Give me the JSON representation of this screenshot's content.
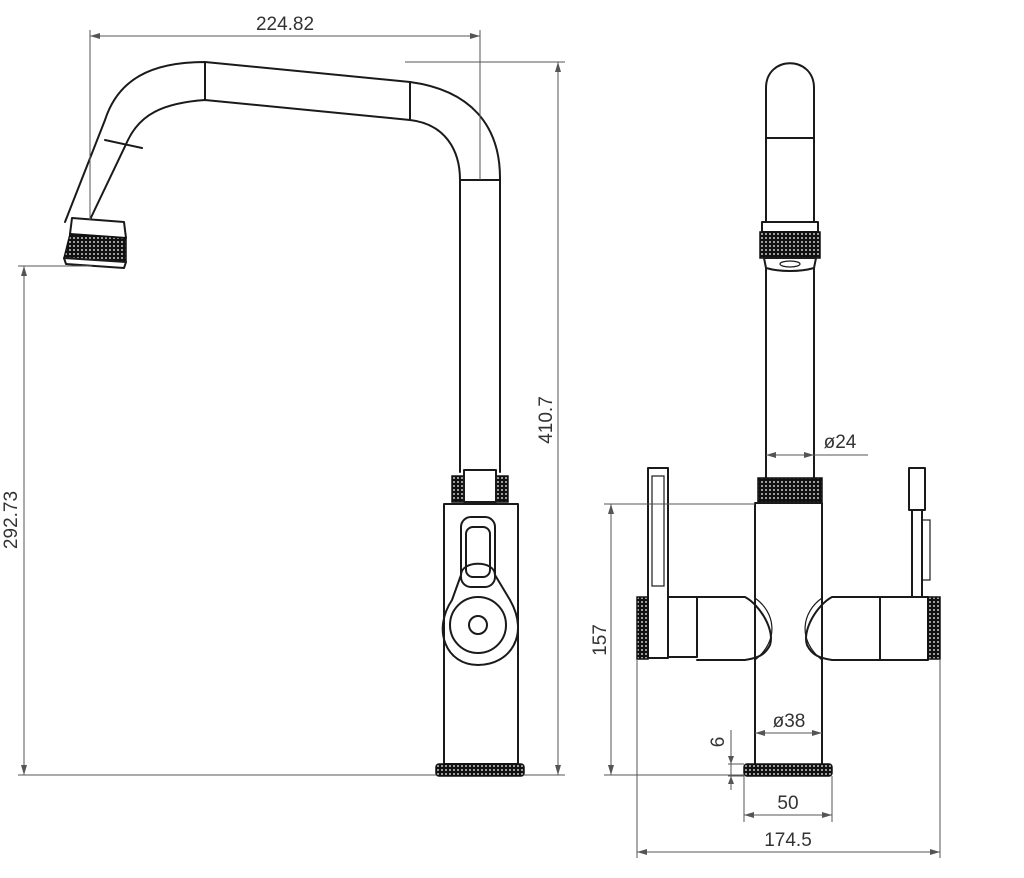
{
  "dimensions": {
    "spout_reach": "224.82",
    "total_height": "410.7",
    "outlet_height": "292.73",
    "spout_diameter": "ø24",
    "body_height": "157",
    "base_thickness": "6",
    "body_diameter": "ø38",
    "base_diameter": "50",
    "total_width": "174.5"
  }
}
